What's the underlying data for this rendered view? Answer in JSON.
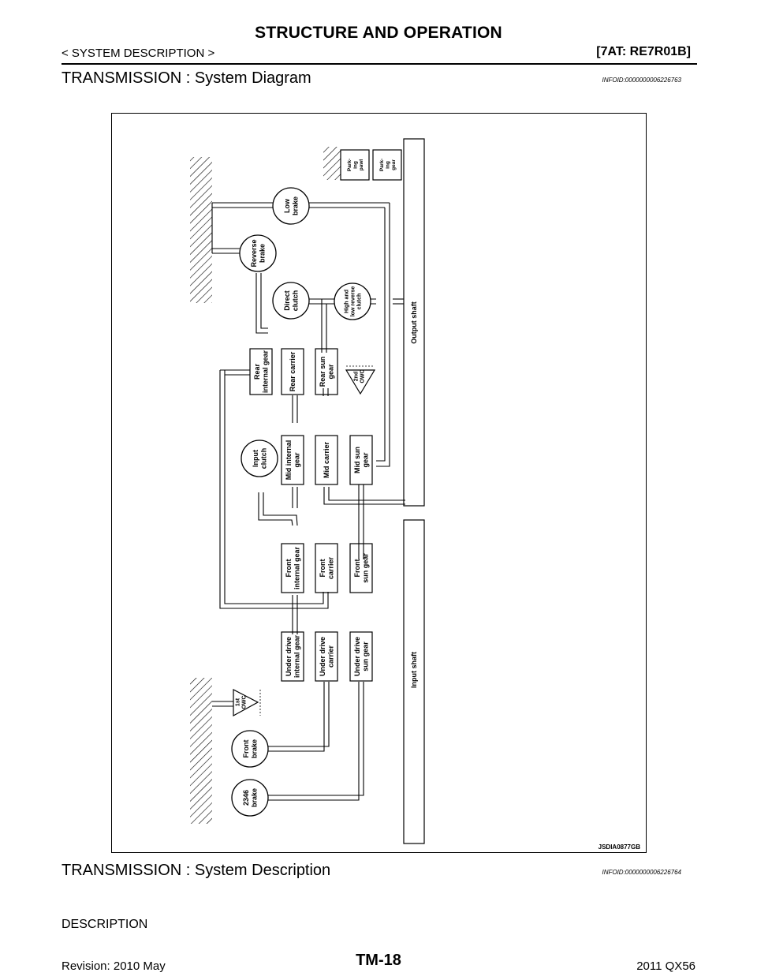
{
  "header": {
    "title": "STRUCTURE AND OPERATION",
    "subtitle": "< SYSTEM DESCRIPTION >",
    "code": "[7AT: RE7R01B]"
  },
  "section1": {
    "title": "TRANSMISSION : System Diagram",
    "infoid": "INFOID:0000000006226763"
  },
  "diagram": {
    "figure_code": "JSDIA0877GB",
    "labels": {
      "parking_pawl": [
        "Park-",
        "ing",
        "pawl"
      ],
      "parking_gear": [
        "Park-",
        "ing",
        "gear"
      ],
      "low_brake": [
        "Low",
        "brake"
      ],
      "reverse_brake": [
        "Reverse",
        "brake"
      ],
      "direct_clutch": [
        "Direct",
        "clutch"
      ],
      "high_low_reverse_clutch": [
        "High and",
        "low reverse",
        "clutch"
      ],
      "output_shaft": "Output shaft",
      "rear_internal_gear": [
        "Rear",
        "internal gear"
      ],
      "rear_carrier": "Rear carrier",
      "rear_sun_gear": [
        "Rear sun",
        "gear"
      ],
      "owc_2nd": [
        "2nd",
        "OWC"
      ],
      "input_clutch": [
        "Input",
        "clutch"
      ],
      "mid_internal_gear": [
        "Mid internal",
        "gear"
      ],
      "mid_carrier": "Mid carrier",
      "mid_sun_gear": [
        "Mid sun",
        "gear"
      ],
      "front_internal_gear": [
        "Front",
        "internal gear"
      ],
      "front_carrier": [
        "Front",
        "carrier"
      ],
      "front_sun_gear": [
        "Front",
        "sun gear"
      ],
      "under_drive_internal_gear": [
        "Under drive",
        "internal gear"
      ],
      "under_drive_carrier": [
        "Under drive",
        "carrier"
      ],
      "under_drive_sun_gear": [
        "Under drive",
        "sun gear"
      ],
      "input_shaft": "Input shaft",
      "owc_1st": [
        "1st",
        "OWC"
      ],
      "front_brake": [
        "Front",
        "brake"
      ],
      "brake_2346": [
        "2346",
        "brake"
      ]
    }
  },
  "section2": {
    "title": "TRANSMISSION : System Description",
    "infoid": "INFOID:0000000006226764"
  },
  "description_heading": "DESCRIPTION",
  "footer": {
    "page": "TM-18",
    "left": "Revision: 2010 May",
    "right": "2011 QX56"
  }
}
